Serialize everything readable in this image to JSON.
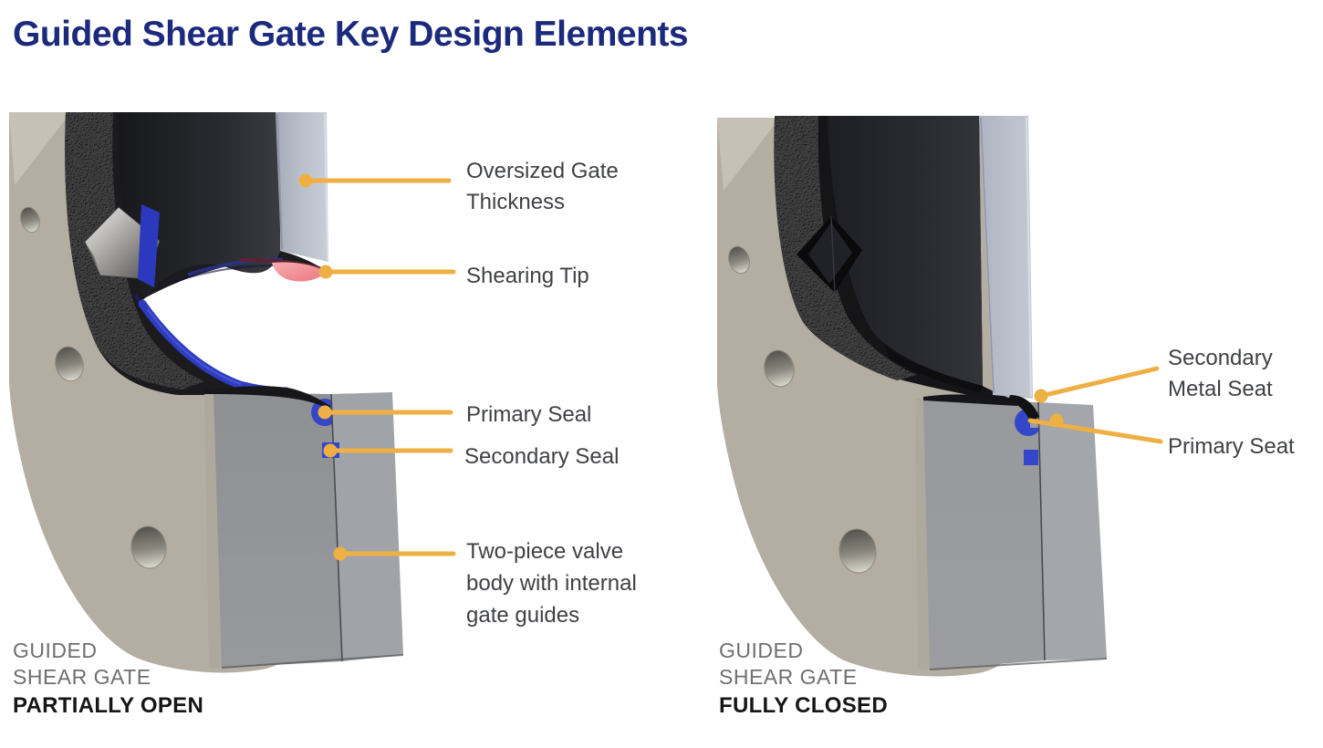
{
  "title": "Guided Shear Gate Key Design Elements",
  "colors": {
    "title": "#1b2a7c",
    "callout_line": "#eeb044",
    "callout_label": "#3f4144",
    "caption_muted": "#6e706f",
    "caption_strong": "#161616",
    "flange_beige": "#b3ada2",
    "gate_black": "#1b1b1e",
    "gate_guide_slab": "#b8bdc8",
    "valve_body_gray": "#939598",
    "seal_blue": "#3447c8",
    "shearing_tip_pink": "#ef8e95",
    "metal_seat_pink": "#c7807f"
  },
  "figures": [
    {
      "id": "partially-open",
      "caption": {
        "line1": "GUIDED",
        "line2": "SHEAR GATE",
        "state": "PARTIALLY OPEN"
      },
      "callouts": [
        {
          "id": "oversized-gate-thickness",
          "lines": [
            "Oversized Gate",
            "Thickness"
          ]
        },
        {
          "id": "shearing-tip",
          "lines": [
            "Shearing Tip"
          ]
        },
        {
          "id": "primary-seal",
          "lines": [
            "Primary Seal"
          ]
        },
        {
          "id": "secondary-seal",
          "lines": [
            "Secondary Seal"
          ]
        },
        {
          "id": "two-piece-valve-body",
          "lines": [
            "Two-piece valve",
            "body with internal",
            "gate guides"
          ]
        }
      ]
    },
    {
      "id": "fully-closed",
      "caption": {
        "line1": "GUIDED",
        "line2": "SHEAR GATE",
        "state": "FULLY CLOSED"
      },
      "callouts": [
        {
          "id": "secondary-metal-seat",
          "lines": [
            "Secondary",
            "Metal Seat"
          ]
        },
        {
          "id": "primary-seat",
          "lines": [
            "Primary Seat"
          ]
        }
      ]
    }
  ]
}
